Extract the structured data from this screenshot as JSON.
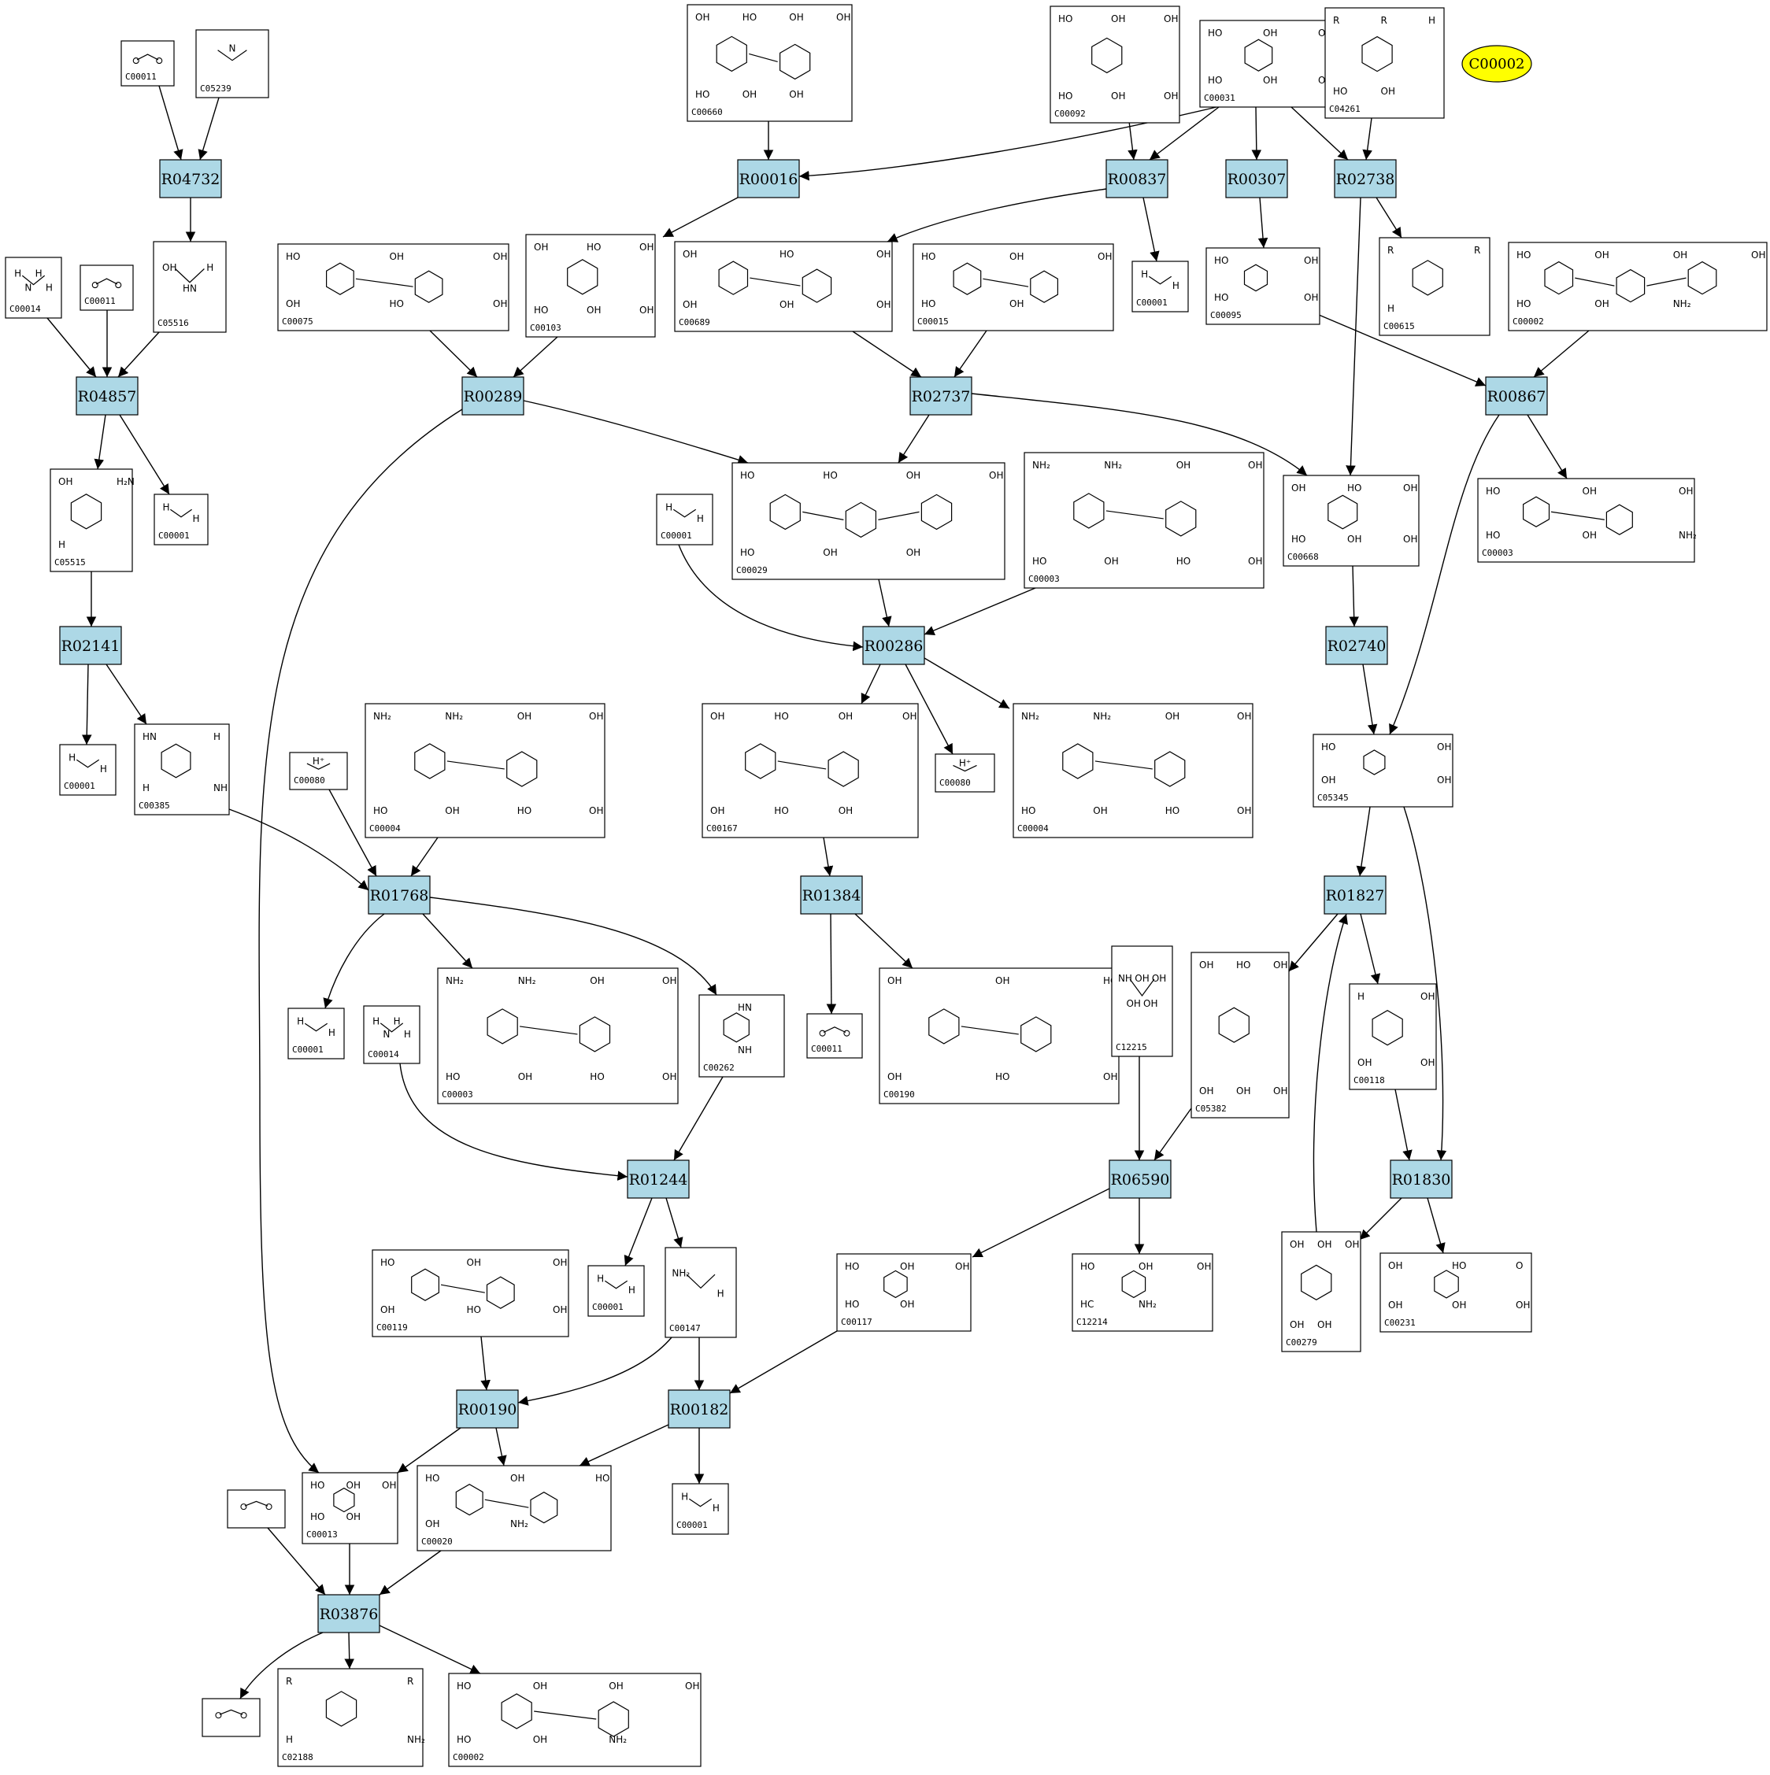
{
  "colors": {
    "reaction_fill": "#add8e6",
    "highlight_fill": "#ffff00",
    "edge": "#000000",
    "node_border": "#000000",
    "background": "#ffffff"
  },
  "highlight": {
    "label": "C00002"
  },
  "reactions": [
    {
      "id": "R04732",
      "label": "R04732"
    },
    {
      "id": "R04857",
      "label": "R04857"
    },
    {
      "id": "R02141",
      "label": "R02141"
    },
    {
      "id": "R00016",
      "label": "R00016"
    },
    {
      "id": "R00837",
      "label": "R00837"
    },
    {
      "id": "R00307",
      "label": "R00307"
    },
    {
      "id": "R02738",
      "label": "R02738"
    },
    {
      "id": "R00289",
      "label": "R00289"
    },
    {
      "id": "R02737",
      "label": "R02737"
    },
    {
      "id": "R00867",
      "label": "R00867"
    },
    {
      "id": "R00286",
      "label": "R00286"
    },
    {
      "id": "R02740",
      "label": "R02740"
    },
    {
      "id": "R01768",
      "label": "R01768"
    },
    {
      "id": "R01384",
      "label": "R01384"
    },
    {
      "id": "R01827",
      "label": "R01827"
    },
    {
      "id": "R01244",
      "label": "R01244"
    },
    {
      "id": "R06590",
      "label": "R06590"
    },
    {
      "id": "R01830",
      "label": "R01830"
    },
    {
      "id": "R00190",
      "label": "R00190"
    },
    {
      "id": "R00182",
      "label": "R00182"
    },
    {
      "id": "R03876",
      "label": "R03876"
    }
  ],
  "compounds": [
    {
      "id": "n01",
      "code": "C00011",
      "labels": []
    },
    {
      "id": "n02",
      "code": "C05239",
      "labels": [
        "N"
      ]
    },
    {
      "id": "n03",
      "code": "C00660",
      "labels": [
        "OH",
        "HO",
        "OH",
        "OH",
        "HO",
        "OH",
        "OH"
      ]
    },
    {
      "id": "n04",
      "code": "C00092",
      "labels": [
        "HO",
        "OH",
        "OH",
        "HO",
        "OH",
        "OH"
      ]
    },
    {
      "id": "n05",
      "code": "C00031",
      "labels": [
        "HO",
        "OH",
        "OH",
        "HO",
        "OH",
        "OH"
      ]
    },
    {
      "id": "n06",
      "code": "C04261",
      "labels": [
        "R",
        "R",
        "H",
        "HO",
        "OH"
      ]
    },
    {
      "id": "n07",
      "code": "C00014",
      "labels": [
        "H",
        "N",
        "H",
        "H"
      ]
    },
    {
      "id": "n08",
      "code": "C00011",
      "labels": []
    },
    {
      "id": "n09",
      "code": "C05516",
      "labels": [
        "OH",
        "HN",
        "H"
      ]
    },
    {
      "id": "n10",
      "code": "C00075",
      "labels": [
        "HO",
        "OH",
        "OH",
        "OH",
        "HO",
        "OH"
      ]
    },
    {
      "id": "n11",
      "code": "C00103",
      "labels": [
        "OH",
        "HO",
        "OH",
        "HO",
        "OH",
        "OH"
      ]
    },
    {
      "id": "n12",
      "code": "C00689",
      "labels": [
        "OH",
        "HO",
        "OH",
        "OH",
        "OH",
        "OH"
      ]
    },
    {
      "id": "n13",
      "code": "C00015",
      "labels": [
        "HO",
        "OH",
        "OH",
        "HO",
        "OH"
      ]
    },
    {
      "id": "n14",
      "code": "C00001",
      "labels": [
        "H",
        "H"
      ]
    },
    {
      "id": "n15",
      "code": "C00095",
      "labels": [
        "HO",
        "OH",
        "HO",
        "OH"
      ]
    },
    {
      "id": "n16",
      "code": "C00615",
      "labels": [
        "R",
        "R",
        "H"
      ]
    },
    {
      "id": "n17",
      "code": "C00002",
      "labels": [
        "HO",
        "OH",
        "OH",
        "OH",
        "HO",
        "OH",
        "NH₂"
      ]
    },
    {
      "id": "n18",
      "code": "C05515",
      "labels": [
        "OH",
        "H₂N",
        "H"
      ]
    },
    {
      "id": "n19",
      "code": "C00001",
      "labels": [
        "H",
        "H"
      ]
    },
    {
      "id": "n20",
      "code": "C00029",
      "labels": [
        "HO",
        "HO",
        "OH",
        "OH",
        "HO",
        "OH",
        "OH"
      ]
    },
    {
      "id": "n21",
      "code": "C00001",
      "labels": [
        "H",
        "H"
      ]
    },
    {
      "id": "n22",
      "code": "C00003",
      "labels": [
        "NH₂",
        "NH₂",
        "OH",
        "OH",
        "HO",
        "OH",
        "HO",
        "OH"
      ]
    },
    {
      "id": "n23",
      "code": "C00668",
      "labels": [
        "OH",
        "HO",
        "OH",
        "HO",
        "OH",
        "OH"
      ]
    },
    {
      "id": "n24",
      "code": "C00003",
      "labels": [
        "HO",
        "OH",
        "OH",
        "HO",
        "OH",
        "NH₂"
      ]
    },
    {
      "id": "n25",
      "code": "C00001",
      "labels": [
        "H",
        "H"
      ]
    },
    {
      "id": "n26",
      "code": "C00385",
      "labels": [
        "HN",
        "H",
        "H",
        "NH"
      ]
    },
    {
      "id": "n27",
      "code": "C00080",
      "labels": [
        "H⁺"
      ]
    },
    {
      "id": "n28",
      "code": "C00004",
      "labels": [
        "NH₂",
        "NH₂",
        "OH",
        "OH",
        "HO",
        "OH",
        "HO",
        "OH"
      ]
    },
    {
      "id": "n29",
      "code": "C00167",
      "labels": [
        "OH",
        "HO",
        "OH",
        "OH",
        "OH",
        "HO",
        "OH"
      ]
    },
    {
      "id": "n30",
      "code": "C00080",
      "labels": [
        "H⁺"
      ]
    },
    {
      "id": "n31",
      "code": "C00004",
      "labels": [
        "NH₂",
        "NH₂",
        "OH",
        "OH",
        "HO",
        "OH",
        "HO",
        "OH"
      ]
    },
    {
      "id": "n32",
      "code": "C05345",
      "labels": [
        "HO",
        "OH",
        "OH",
        "OH"
      ]
    },
    {
      "id": "n33",
      "code": "C00001",
      "labels": [
        "H",
        "H"
      ]
    },
    {
      "id": "n34",
      "code": "C00014",
      "labels": [
        "H",
        "N",
        "H",
        "H"
      ]
    },
    {
      "id": "n35",
      "code": "C00003",
      "labels": [
        "NH₂",
        "NH₂",
        "OH",
        "OH",
        "HO",
        "OH",
        "HO",
        "OH"
      ]
    },
    {
      "id": "n36",
      "code": "C00262",
      "labels": [
        "HN",
        "NH"
      ]
    },
    {
      "id": "n37",
      "code": "C00011",
      "labels": []
    },
    {
      "id": "n38",
      "code": "C00190",
      "labels": [
        "OH",
        "OH",
        "HO",
        "OH",
        "HO",
        "OH"
      ]
    },
    {
      "id": "n39",
      "code": "C12215",
      "labels": [
        "NH",
        "OH",
        "OH",
        "OH",
        "OH"
      ]
    },
    {
      "id": "n40",
      "code": "C05382",
      "labels": [
        "OH",
        "HO",
        "OH",
        "OH",
        "OH",
        "OH"
      ]
    },
    {
      "id": "n41",
      "code": "C00118",
      "labels": [
        "H",
        "OH",
        "OH",
        "OH"
      ]
    },
    {
      "id": "n42",
      "code": "C00119",
      "labels": [
        "HO",
        "OH",
        "OH",
        "OH",
        "HO",
        "OH"
      ]
    },
    {
      "id": "n43",
      "code": "C00001",
      "labels": [
        "H",
        "H"
      ]
    },
    {
      "id": "n44",
      "code": "C00147",
      "labels": [
        "NH₂",
        "H"
      ]
    },
    {
      "id": "n45",
      "code": "C00117",
      "labels": [
        "HO",
        "OH",
        "OH",
        "HO",
        "OH"
      ]
    },
    {
      "id": "n46",
      "code": "C12214",
      "labels": [
        "HO",
        "OH",
        "OH",
        "HC",
        "NH₂"
      ]
    },
    {
      "id": "n47",
      "code": "C00279",
      "labels": [
        "OH",
        "OH",
        "OH",
        "OH",
        "OH"
      ]
    },
    {
      "id": "n48",
      "code": "C00231",
      "labels": [
        "OH",
        "HO",
        "O",
        "OH",
        "OH",
        "OH"
      ]
    },
    {
      "id": "n49",
      "code": "C00013",
      "labels": [
        "HO",
        "OH",
        "OH",
        "HO",
        "OH"
      ]
    },
    {
      "id": "n50",
      "code": "C00020",
      "labels": [
        "HO",
        "OH",
        "HO",
        "OH",
        "NH₂"
      ]
    },
    {
      "id": "n51",
      "code": "C00001",
      "labels": [
        "H",
        "H"
      ]
    },
    {
      "id": "n52",
      "code": "",
      "labels": []
    },
    {
      "id": "n53",
      "code": "",
      "labels": []
    },
    {
      "id": "n54",
      "code": "C02188",
      "labels": [
        "R",
        "R",
        "H",
        "NH₂"
      ]
    },
    {
      "id": "n55",
      "code": "C00002",
      "labels": [
        "HO",
        "OH",
        "OH",
        "OH",
        "HO",
        "OH",
        "NH₂"
      ]
    }
  ],
  "edges": [
    [
      "n01",
      "R04732"
    ],
    [
      "n02",
      "R04732"
    ],
    [
      "R04732",
      "n09"
    ],
    [
      "n07",
      "R04857"
    ],
    [
      "n08",
      "R04857"
    ],
    [
      "n09",
      "R04857"
    ],
    [
      "R04857",
      "n18"
    ],
    [
      "R04857",
      "n19"
    ],
    [
      "n18",
      "R02141"
    ],
    [
      "R02141",
      "n25"
    ],
    [
      "R02141",
      "n26"
    ],
    [
      "n03",
      "R00016"
    ],
    [
      "n05",
      "R00016"
    ],
    [
      "R00016",
      "n11"
    ],
    [
      "n04",
      "R00837"
    ],
    [
      "n05",
      "R00837"
    ],
    [
      "R00837",
      "n12"
    ],
    [
      "R00837",
      "n14"
    ],
    [
      "n05",
      "R00307"
    ],
    [
      "R00307",
      "n15"
    ],
    [
      "n05",
      "R02738"
    ],
    [
      "n06",
      "R02738"
    ],
    [
      "R02738",
      "n16"
    ],
    [
      "R02738",
      "n23"
    ],
    [
      "n10",
      "R00289"
    ],
    [
      "n11",
      "R00289"
    ],
    [
      "R00289",
      "n20"
    ],
    [
      "R00289",
      "n49"
    ],
    [
      "n12",
      "R02737"
    ],
    [
      "n13",
      "R02737"
    ],
    [
      "R02737",
      "n20"
    ],
    [
      "R02737",
      "n23"
    ],
    [
      "n15",
      "R00867"
    ],
    [
      "n17",
      "R00867"
    ],
    [
      "R00867",
      "n24"
    ],
    [
      "R00867",
      "n32"
    ],
    [
      "n20",
      "R00286"
    ],
    [
      "n21",
      "R00286"
    ],
    [
      "n22",
      "R00286"
    ],
    [
      "R00286",
      "n29"
    ],
    [
      "R00286",
      "n30"
    ],
    [
      "R00286",
      "n31"
    ],
    [
      "n23",
      "R02740"
    ],
    [
      "R02740",
      "n32"
    ],
    [
      "n26",
      "R01768"
    ],
    [
      "n27",
      "R01768"
    ],
    [
      "n28",
      "R01768"
    ],
    [
      "R01768",
      "n33"
    ],
    [
      "R01768",
      "n35"
    ],
    [
      "R01768",
      "n36"
    ],
    [
      "n29",
      "R01384"
    ],
    [
      "R01384",
      "n37"
    ],
    [
      "R01384",
      "n38"
    ],
    [
      "n32",
      "R01827"
    ],
    [
      "R01827",
      "n40"
    ],
    [
      "R01827",
      "n41"
    ],
    [
      "n47",
      "R01827"
    ],
    [
      "n34",
      "R01244"
    ],
    [
      "n36",
      "R01244"
    ],
    [
      "R01244",
      "n43"
    ],
    [
      "R01244",
      "n44"
    ],
    [
      "n39",
      "R06590"
    ],
    [
      "n40",
      "R06590"
    ],
    [
      "R06590",
      "n45"
    ],
    [
      "R06590",
      "n46"
    ],
    [
      "n32",
      "R01830"
    ],
    [
      "n41",
      "R01830"
    ],
    [
      "R01830",
      "n47"
    ],
    [
      "R01830",
      "n48"
    ],
    [
      "n42",
      "R00190"
    ],
    [
      "n44",
      "R00190"
    ],
    [
      "R00190",
      "n49"
    ],
    [
      "R00190",
      "n50"
    ],
    [
      "n44",
      "R00182"
    ],
    [
      "n45",
      "R00182"
    ],
    [
      "R00182",
      "n50"
    ],
    [
      "R00182",
      "n51"
    ],
    [
      "n52",
      "R03876"
    ],
    [
      "n49",
      "R03876"
    ],
    [
      "n50",
      "R03876"
    ],
    [
      "R03876",
      "n53"
    ],
    [
      "R03876",
      "n54"
    ],
    [
      "R03876",
      "n55"
    ]
  ]
}
